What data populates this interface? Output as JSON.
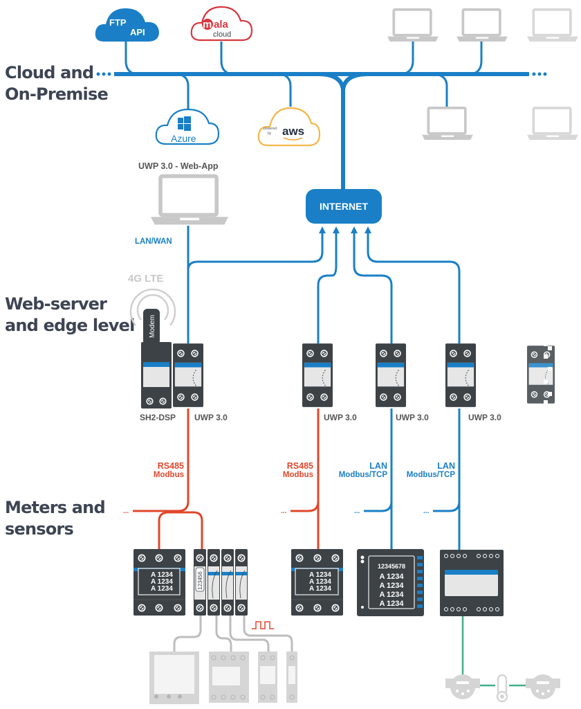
{
  "levels": {
    "cloud": [
      "Cloud and",
      "On-Premise"
    ],
    "edge": [
      "Web-server",
      "and edge level"
    ],
    "meters": [
      "Meters and",
      "sensors"
    ]
  },
  "clouds": {
    "ftp_line1": "FTP",
    "ftp_line2": "API",
    "mala_brand": "mala",
    "mala_sub": "cloud",
    "azure": "Azure",
    "aws_powered": "powered",
    "aws_by": "by",
    "aws": "aws"
  },
  "labels": {
    "webapp": "UWP 3.0 - Web-App",
    "internet": "INTERNET",
    "lanwan": "LAN/WAN",
    "lte": "4G LTE",
    "modem": "Modem"
  },
  "devices": {
    "sh2": "SH2-DSP",
    "uwp": [
      "UWP 3.0",
      "UWP 3.0",
      "UWP 3.0",
      "UWP 3.0"
    ]
  },
  "connections": {
    "rs485_1": [
      "RS485",
      "Modbus"
    ],
    "rs485_2": [
      "RS485",
      "Modbus"
    ],
    "lan_1": [
      "LAN",
      "Modbus/TCP"
    ],
    "lan_2": [
      "LAN",
      "Modbus/TCP"
    ]
  },
  "meters": {
    "meter1": [
      "A 1234",
      "A 1234",
      "A 1234"
    ],
    "counter": "123456",
    "meter2": [
      "A 1234",
      "A 1234",
      "A 1234"
    ],
    "meter3_header": "12345678",
    "meter3": [
      "A 1234",
      "A 1234",
      "A 1234",
      "A 1234"
    ]
  },
  "colors": {
    "blue": "#1a7fc6",
    "red": "#e0472b",
    "green": "#3fae8a",
    "device": "#3c4246",
    "gray": "#c8c8c8",
    "text": "#3d4453",
    "aws_orange": "#f3b74a"
  }
}
